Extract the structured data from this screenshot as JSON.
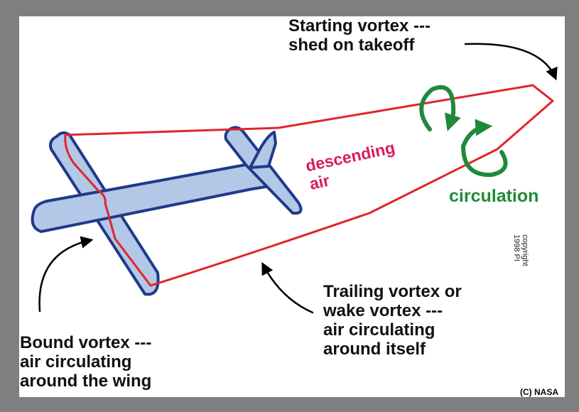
{
  "labels": {
    "starting_vortex": [
      "Starting vortex ---",
      "shed on takeoff"
    ],
    "trailing_vortex": [
      "Trailing vortex or",
      "wake vortex ---",
      "air circulating",
      "around itself"
    ],
    "bound_vortex": [
      "Bound vortex ---",
      "air circulating",
      "around the wing"
    ],
    "descending_air": [
      "descending",
      "air"
    ],
    "circulation": "circulation",
    "copyright_mark": [
      "copyright",
      "1998  PI"
    ],
    "credit": "(C) NASA"
  },
  "colors": {
    "background": "#7f7f7f",
    "panel": "#ffffff",
    "airplane_fill": "#b3c7e6",
    "airplane_outline": "#1f3a8a",
    "vortex_line": "#e0252b",
    "descending_text": "#d81b5c",
    "circulation_arrows": "#1f8a3a",
    "pointer_arrows": "#000000"
  }
}
